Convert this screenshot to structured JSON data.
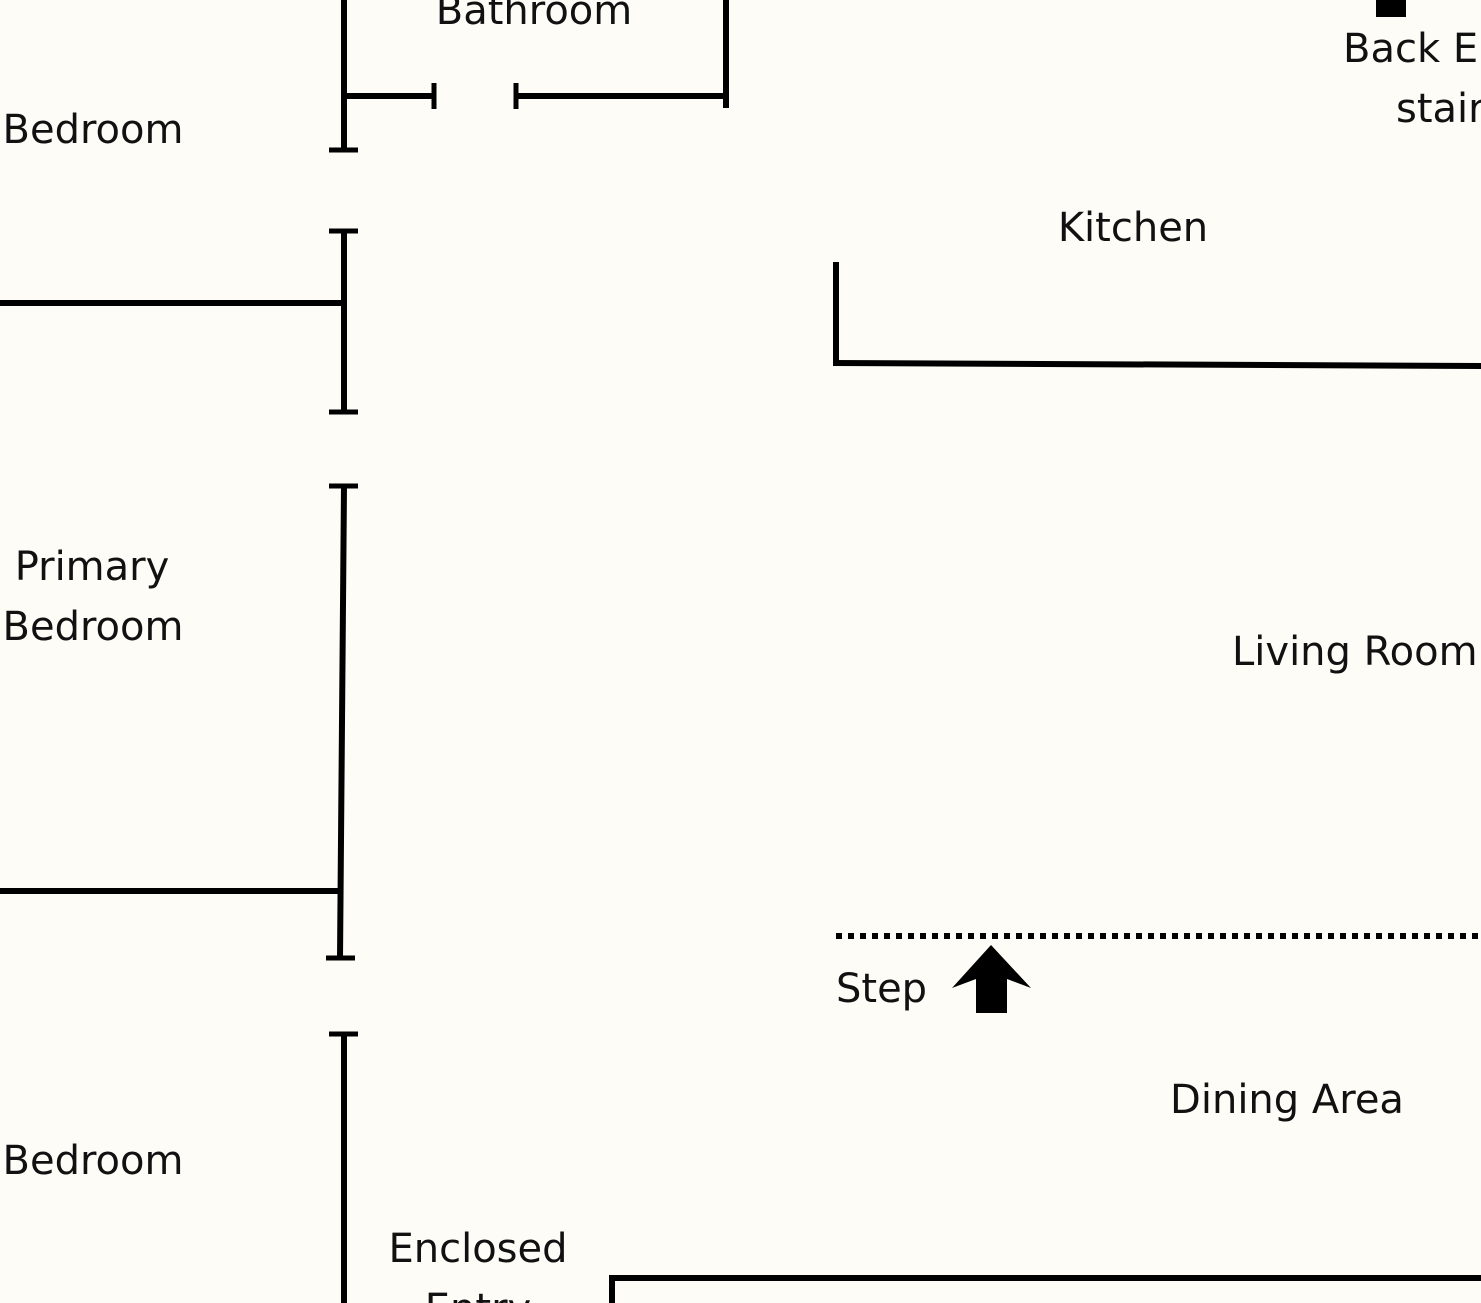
{
  "colors": {
    "background": "#fdfcf7",
    "ink": "#000000"
  },
  "labels": {
    "bathroom": "Bathroom",
    "bedroom_top": "Bedroom",
    "back_entry_line1": "Back E",
    "back_entry_line2": "stair",
    "kitchen": "Kitchen",
    "primary_bedroom_line1": "Primary",
    "primary_bedroom_line2": "Bedroom",
    "living_room": "Living Room",
    "step": "Step",
    "dining_area": "Dining Area",
    "bedroom_bottom": "Bedroom",
    "enclosed_entry_line1": "Enclosed",
    "enclosed_entry_line2": "Entry"
  },
  "icons": {
    "step_arrow": "arrow-up-icon",
    "stair_marker": "square-marker-icon"
  }
}
